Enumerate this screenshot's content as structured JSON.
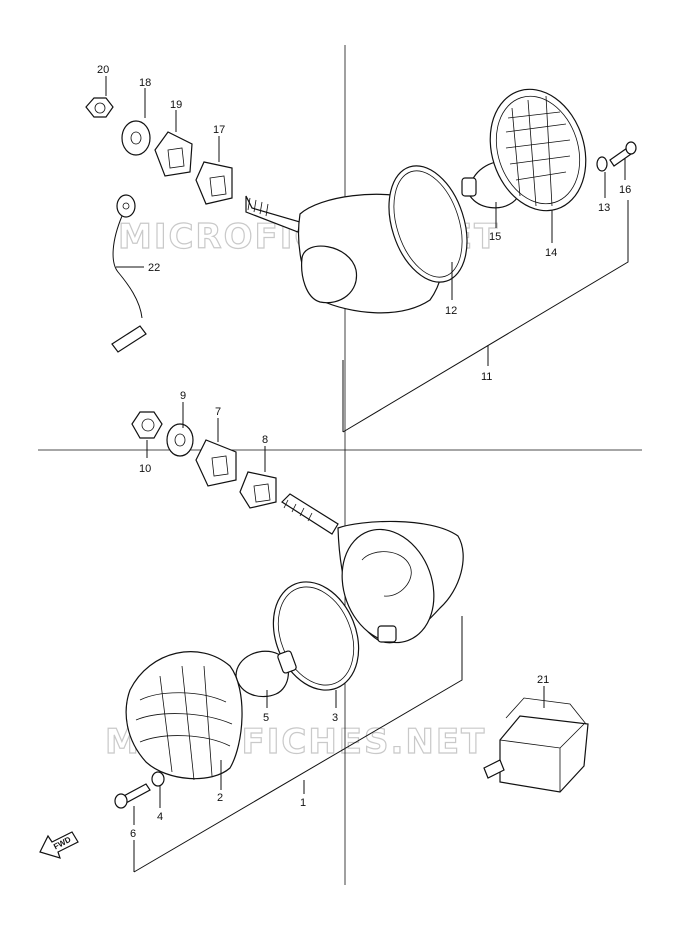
{
  "watermark": {
    "text": "MICROFICHES.NET"
  },
  "fwd_label": "FWD",
  "callouts": {
    "c1": "1",
    "c2": "2",
    "c3": "3",
    "c4": "4",
    "c5": "5",
    "c6": "6",
    "c7": "7",
    "c8": "8",
    "c9": "9",
    "c10": "10",
    "c11": "11",
    "c12": "12",
    "c13": "13",
    "c14": "14",
    "c15": "15",
    "c16": "16",
    "c17": "17",
    "c18": "18",
    "c19": "19",
    "c20": "20",
    "c21": "21",
    "c22": "22"
  }
}
